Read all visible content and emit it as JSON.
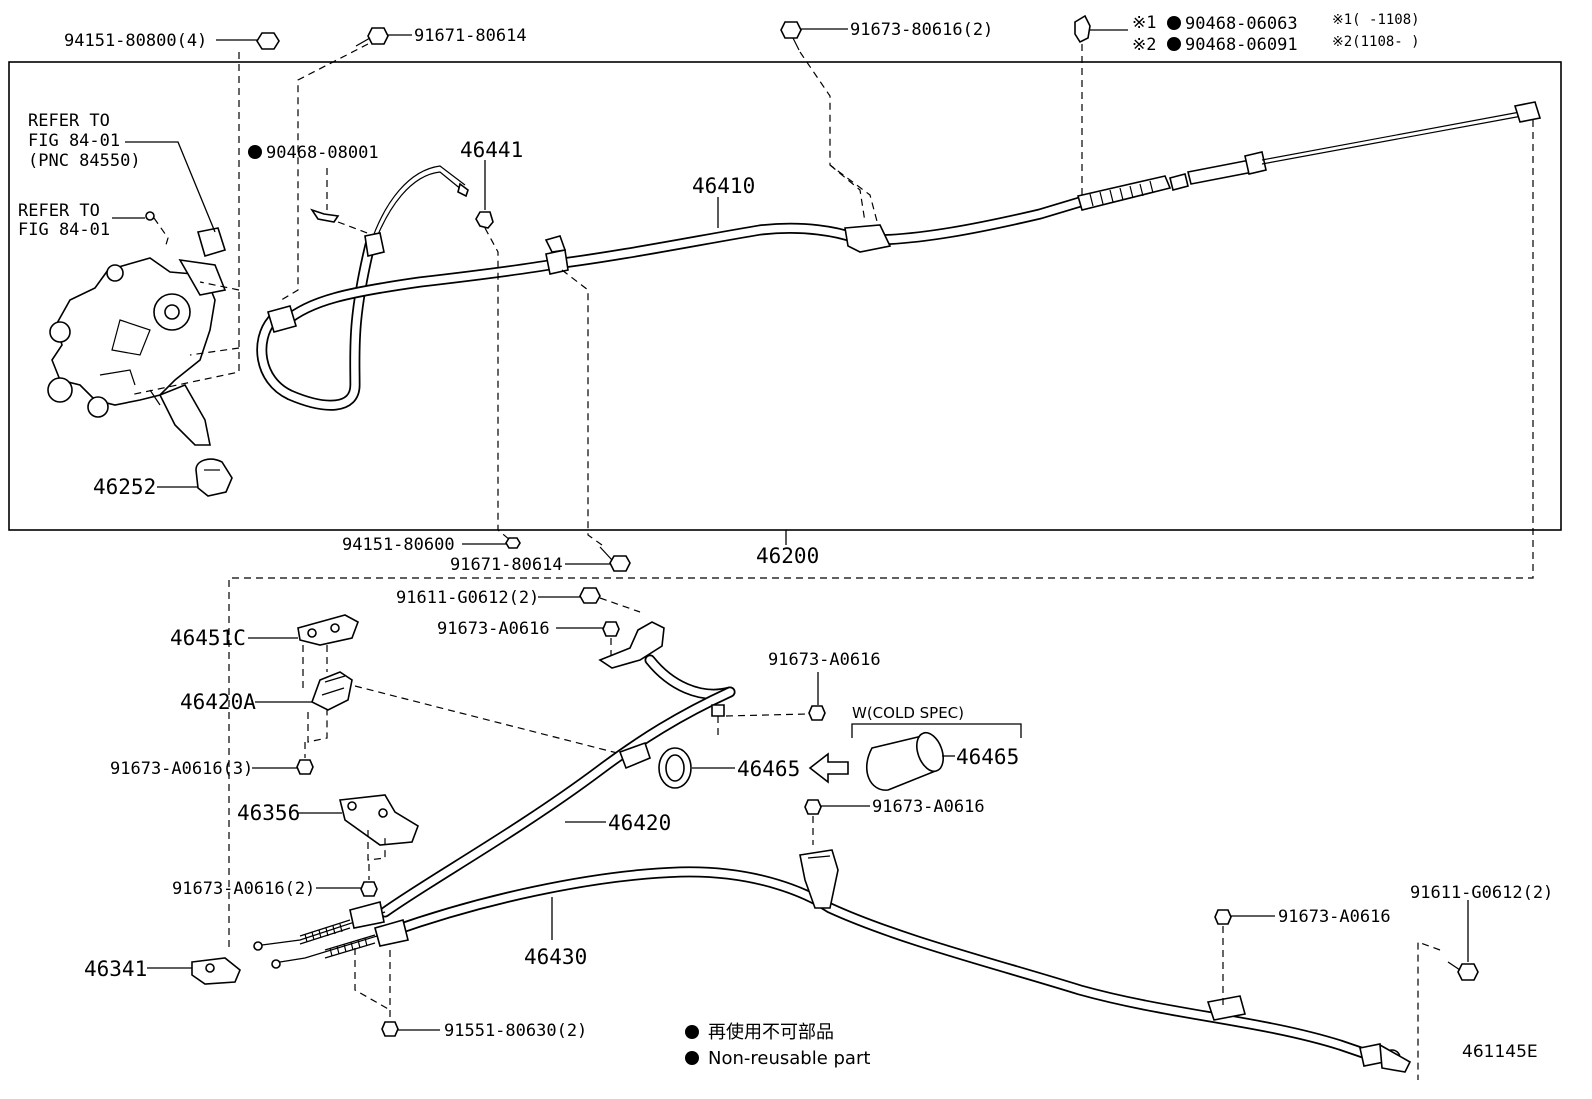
{
  "diagram": {
    "figure_code": "461145E",
    "labels": {
      "p94151_80800": "94151-80800(4)",
      "p91671_80614_top": "91671-80614",
      "p91673_80616": "91673-80616(2)",
      "p90468_06063": "90468-06063",
      "p90468_06091": "90468-06091",
      "note1_mark": "※1",
      "note2_mark": "※2",
      "note1_range": "※1(  -1108)",
      "note2_range": "※2(1108-  )",
      "refer1_line1": "REFER TO",
      "refer1_line2": "FIG 84-01",
      "refer1_line3": "(PNC 84550)",
      "refer2_line1": "REFER TO",
      "refer2_line2": "FIG 84-01",
      "p90468_08001": "90468-08001",
      "p46441": "46441",
      "p46410": "46410",
      "p46252": "46252",
      "p94151_80600": "94151-80600",
      "p91671_80614_bottom": "91671-80614",
      "p46200": "46200",
      "p91611_G0612_a": "91611-G0612(2)",
      "p91673_A0616_a": "91673-A0616",
      "p91673_A0616_b": "91673-A0616",
      "p46451C": "46451C",
      "p46420A": "46420A",
      "p91673_A0616_3": "91673-A0616(3)",
      "cold_spec": "W(COLD SPEC)",
      "p46465_a": "46465",
      "p46465_b": "46465",
      "p91673_A0616_c": "91673-A0616",
      "p46420": "46420",
      "p46356": "46356",
      "p91673_A0616_2": "91673-A0616(2)",
      "p91611_G0612_b": "91611-G0612(2)",
      "p91673_A0616_d": "91673-A0616",
      "p46341": "46341",
      "p46430": "46430",
      "p91551_80630": "91551-80630(2)"
    },
    "legend": {
      "jp": "再使用不可部品",
      "en": "Non-reusable part"
    }
  }
}
